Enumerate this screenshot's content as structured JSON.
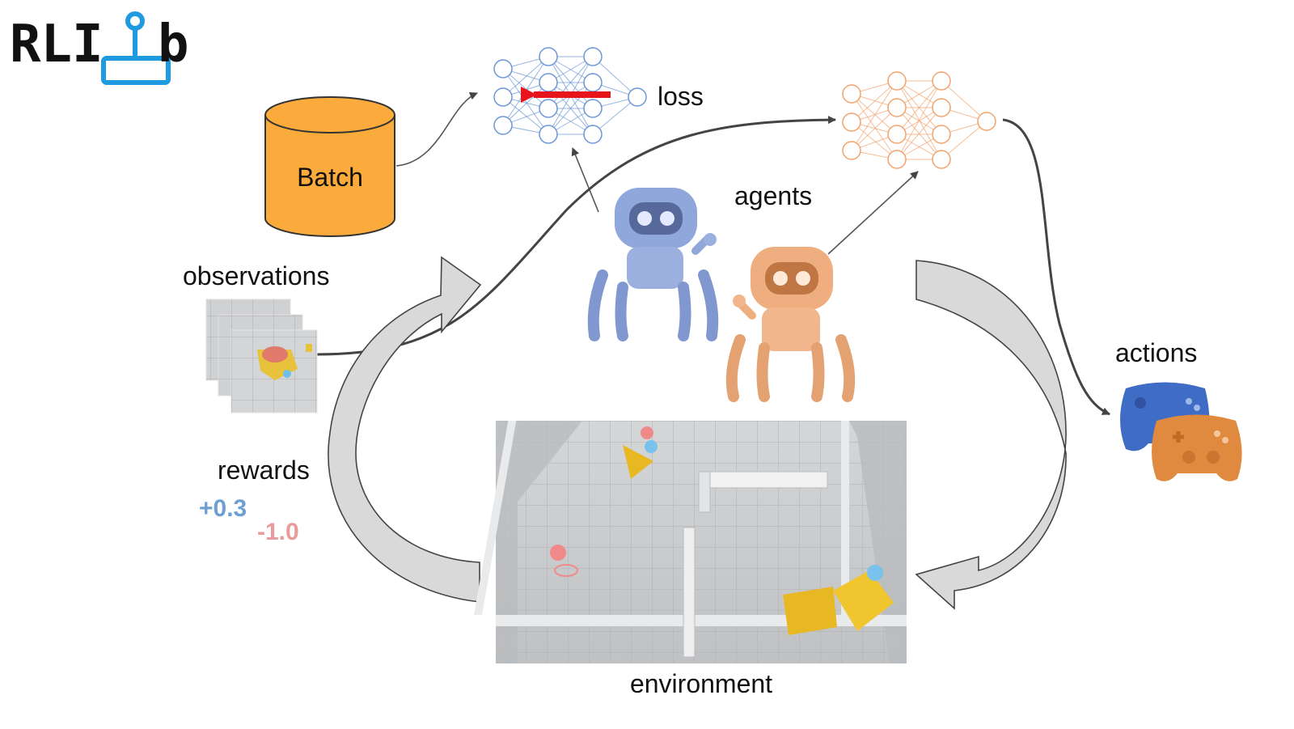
{
  "logo": {
    "text_left": "RLI",
    "text_right": "b",
    "icon": "joystick-icon"
  },
  "labels": {
    "batch": "Batch",
    "loss": "loss",
    "agents": "agents",
    "observations": "observations",
    "actions": "actions",
    "rewards": "rewards",
    "environment": "environment"
  },
  "rewards": {
    "positive": "+0.3",
    "negative": "-1.0"
  },
  "colors": {
    "batch_fill": "#fbab3c",
    "loss_network": "#6a96d6",
    "policy_network": "#f2a36c",
    "agent_blue": "#6b86c8",
    "agent_orange": "#e0925a",
    "reward_positive": "#6e9fd3",
    "reward_negative": "#e99a9a",
    "backprop_arrow": "#e8141c",
    "flow_arrow": "#d9d9d9"
  }
}
